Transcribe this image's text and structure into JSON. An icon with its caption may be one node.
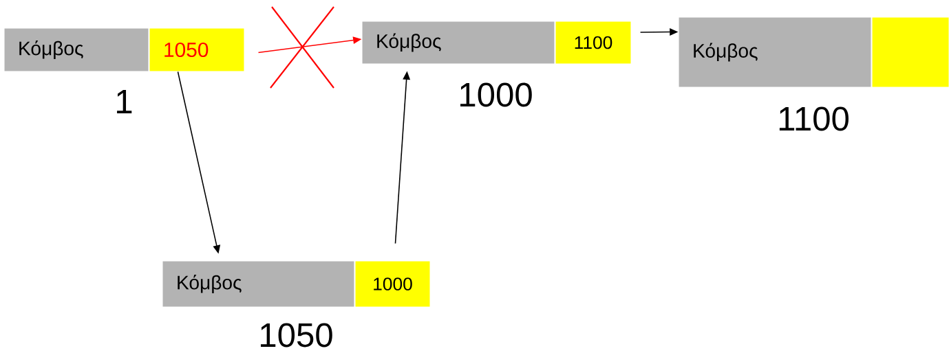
{
  "diagram": {
    "nodes": [
      {
        "text": [
          "Κόμβος"
        ],
        "beside": [
          "1"
        ]
      },
      {
        "text": [
          "1050"
        ]
      },
      {
        "text": [
          "Κόμβος"
        ],
        "beside": [
          "1000"
        ]
      },
      {
        "text": [
          "1100"
        ]
      },
      {
        "text": [
          "Κόμβος"
        ],
        "beside": [
          "1100"
        ]
      },
      {
        "text": [],
        "shape": "box"
      },
      {
        "text": [
          "Κόμβος"
        ],
        "beside": [
          "1050"
        ]
      },
      {
        "text": [
          "1000"
        ]
      }
    ],
    "edges": [
      {
        "from": 1,
        "to": 2,
        "arrow": "to",
        "color": "#ff0000"
      },
      {
        "from": 3,
        "to": 4,
        "arrow": "to"
      },
      {
        "from": 1,
        "to": 6,
        "arrow": "to"
      },
      {
        "from": 7,
        "to": 2,
        "arrow": "to"
      }
    ]
  }
}
